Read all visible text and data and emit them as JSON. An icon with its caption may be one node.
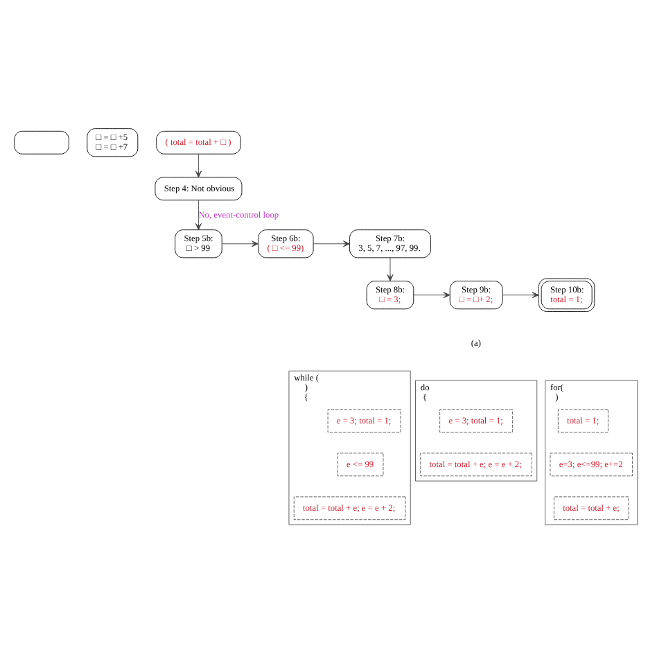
{
  "diagram": {
    "nodes": [
      {
        "text": [],
        "shape": "box"
      },
      {
        "text": [
          "□ = □ +5",
          "□ = □ +7"
        ]
      },
      {
        "text": [
          "( total = total + □ )"
        ]
      },
      {
        "text": [
          "Step 4: Not obvious"
        ]
      },
      {
        "text": [
          "Step 7b:",
          "3, 5, 7, ..., 97, 99."
        ]
      },
      {
        "text": [
          "Step 6b:",
          "( □ <= 99)"
        ]
      },
      {
        "text": [
          "Step 5b:",
          "□ > 99"
        ]
      },
      {
        "text": [
          "Step 8b:",
          "□ = 3;"
        ]
      },
      {
        "text": [
          "Step 9b:",
          "□ = □+ 2;"
        ]
      },
      {
        "text": [
          "Step 10b:",
          "total = 1;"
        ]
      },
      {
        "text": [
          "while (",
          ")",
          "{"
        ]
      },
      {
        "text": [
          "e = 3; total = 1;"
        ],
        "in": 10
      },
      {
        "text": [
          "e <= 99"
        ],
        "in": 10
      },
      {
        "text": [
          "total = total + e; e = e + 2;"
        ],
        "in": 10
      },
      {
        "text": [
          "do",
          "{"
        ]
      },
      {
        "text": [
          "e = 3; total = 1;"
        ],
        "in": 14
      },
      {
        "text": [
          "total = total + e; e = e + 2;"
        ],
        "in": 14
      },
      {
        "text": [
          "for(",
          ")"
        ]
      },
      {
        "text": [
          "total = 1;"
        ],
        "in": 17
      },
      {
        "text": [
          "e=3; e<=99; e+=2"
        ],
        "in": 17
      },
      {
        "text": [
          "total = total + e;"
        ],
        "in": 17
      }
    ],
    "edges": [
      {
        "from": 2,
        "to": 3,
        "arrow": "to"
      },
      {
        "from": 3,
        "to": 6,
        "arrow": "to",
        "label": "No, event-control loop"
      },
      {
        "from": 6,
        "to": 5,
        "arrow": "to"
      },
      {
        "from": 5,
        "to": 4,
        "arrow": "to"
      },
      {
        "from": 4,
        "to": 7,
        "arrow": "to"
      },
      {
        "from": 7,
        "to": 8,
        "arrow": "to"
      },
      {
        "from": 8,
        "to": 9,
        "arrow": "to"
      }
    ],
    "labels": [
      "(a)"
    ]
  }
}
